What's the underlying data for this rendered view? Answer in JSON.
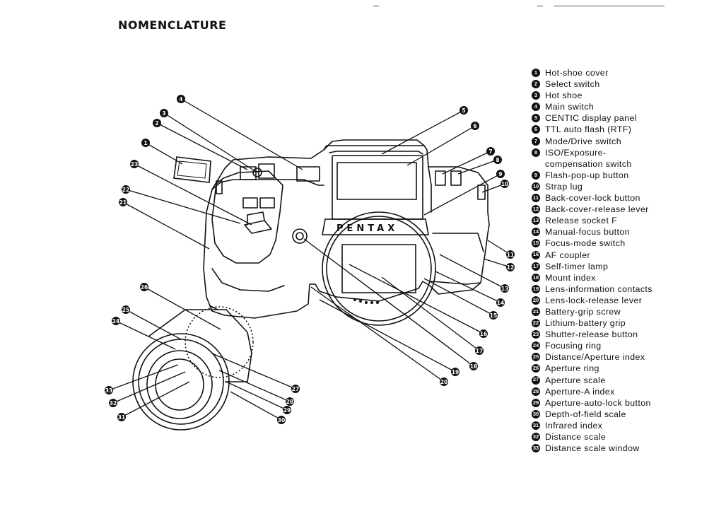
{
  "page": {
    "title": "NOMENCLATURE"
  },
  "illustration": {
    "brand_name": "PENTAX"
  },
  "legend": [
    {
      "n": "1",
      "label": "Hot-shoe cover"
    },
    {
      "n": "2",
      "label": "Select switch"
    },
    {
      "n": "3",
      "label": "Hot shoe"
    },
    {
      "n": "4",
      "label": "Main switch"
    },
    {
      "n": "5",
      "label": "CENTIC display panel"
    },
    {
      "n": "6",
      "label": "TTL auto flash (RTF)"
    },
    {
      "n": "7",
      "label": "Mode/Drive switch"
    },
    {
      "n": "8",
      "label": "ISO/Exposure-\ncompensation switch"
    },
    {
      "n": "9",
      "label": "Flash-pop-up button"
    },
    {
      "n": "10",
      "label": "Strap lug"
    },
    {
      "n": "11",
      "label": "Back-cover-lock button"
    },
    {
      "n": "12",
      "label": "Back-cover-release lever"
    },
    {
      "n": "13",
      "label": "Release socket F"
    },
    {
      "n": "14",
      "label": "Manual-focus button"
    },
    {
      "n": "15",
      "label": "Focus-mode switch"
    },
    {
      "n": "16",
      "label": "AF coupler"
    },
    {
      "n": "17",
      "label": "Self-timer lamp"
    },
    {
      "n": "18",
      "label": "Mount index"
    },
    {
      "n": "19",
      "label": "Lens-information contacts"
    },
    {
      "n": "20",
      "label": "Lens-lock-release lever"
    },
    {
      "n": "21",
      "label": "Battery-grip screw"
    },
    {
      "n": "22",
      "label": "Lithium-battery grip"
    },
    {
      "n": "23",
      "label": "Shutter-release button"
    },
    {
      "n": "24",
      "label": "Focusing ring"
    },
    {
      "n": "25",
      "label": "Distance/Aperture index"
    },
    {
      "n": "26",
      "label": "Aperture ring"
    },
    {
      "n": "27",
      "label": "Aperture scale"
    },
    {
      "n": "28",
      "label": "Aperture-A index"
    },
    {
      "n": "29",
      "label": "Aperture-auto-lock button"
    },
    {
      "n": "30",
      "label": "Depth-of-field scale"
    },
    {
      "n": "31",
      "label": "Infrared index"
    },
    {
      "n": "32",
      "label": "Distance scale"
    },
    {
      "n": "33",
      "label": "Distance scale window"
    }
  ]
}
